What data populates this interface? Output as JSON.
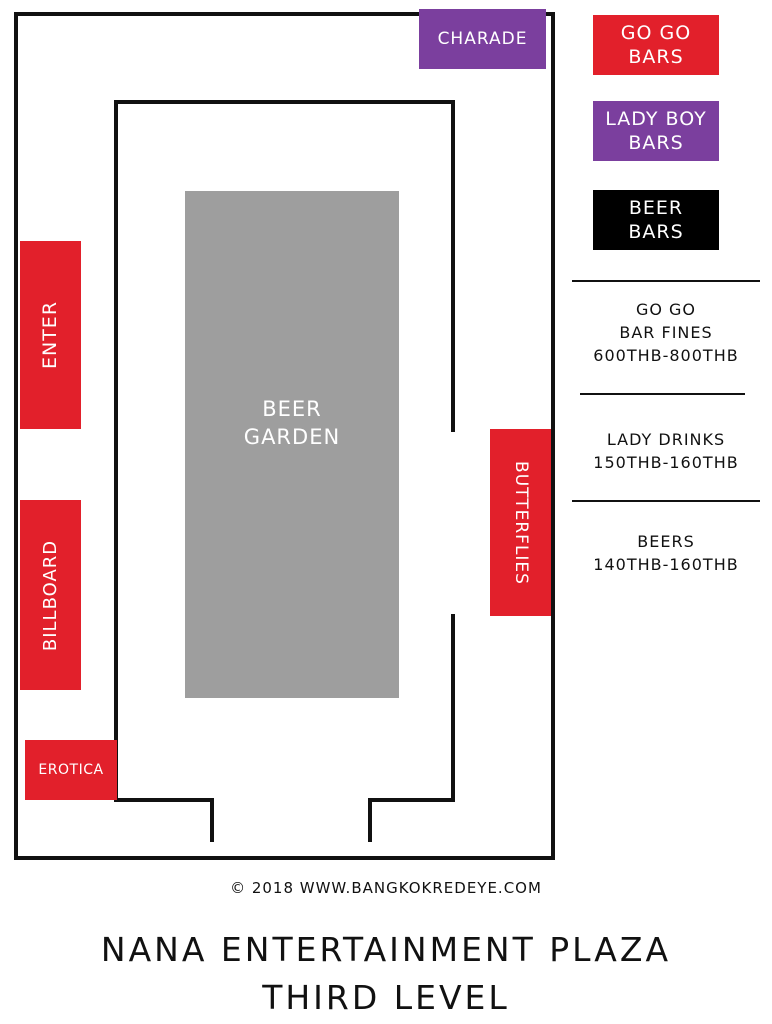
{
  "colors": {
    "go_go": "#e2202b",
    "lady_boy": "#7b3f9e",
    "beer": "#000000",
    "garden": "#9e9e9e",
    "walls": "#111111"
  },
  "venues": {
    "charade": "CHARADE",
    "enter": "ENTER",
    "billboard": "BILLBOARD",
    "erotica": "EROTICA",
    "butterflies": "BUTTERFLIES",
    "beer_garden": "BEER\nGARDEN"
  },
  "legend": {
    "go_go_bars": "GO GO\nBARS",
    "lady_boy_bars": "LADY BOY\nBARS",
    "beer_bars": "BEER\nBARS"
  },
  "info": {
    "bar_fines": "GO GO\nBAR FINES\n600THB-800THB",
    "lady_drinks": "LADY DRINKS\n150THB-160THB",
    "beers": "BEERS\n140THB-160THB"
  },
  "footer": {
    "copyright": "© 2018 WWW.BANGKOKREDEYE.COM",
    "title": "NANA ENTERTAINMENT PLAZA\nTHIRD LEVEL"
  }
}
